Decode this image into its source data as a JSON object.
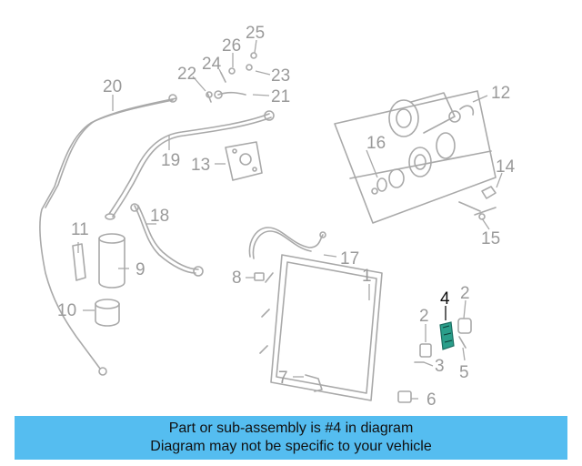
{
  "callouts": [
    {
      "id": "1",
      "label": "1"
    },
    {
      "id": "2a",
      "label": "2"
    },
    {
      "id": "2b",
      "label": "2"
    },
    {
      "id": "3",
      "label": "3"
    },
    {
      "id": "4",
      "label": "4"
    },
    {
      "id": "5",
      "label": "5"
    },
    {
      "id": "6",
      "label": "6"
    },
    {
      "id": "7",
      "label": "7"
    },
    {
      "id": "8",
      "label": "8"
    },
    {
      "id": "9",
      "label": "9"
    },
    {
      "id": "10",
      "label": "10"
    },
    {
      "id": "11",
      "label": "11"
    },
    {
      "id": "12",
      "label": "12"
    },
    {
      "id": "13",
      "label": "13"
    },
    {
      "id": "14",
      "label": "14"
    },
    {
      "id": "15",
      "label": "15"
    },
    {
      "id": "16",
      "label": "16"
    },
    {
      "id": "17",
      "label": "17"
    },
    {
      "id": "18",
      "label": "18"
    },
    {
      "id": "19",
      "label": "19"
    },
    {
      "id": "20",
      "label": "20"
    },
    {
      "id": "21",
      "label": "21"
    },
    {
      "id": "22",
      "label": "22"
    },
    {
      "id": "23",
      "label": "23"
    },
    {
      "id": "24",
      "label": "24"
    },
    {
      "id": "25",
      "label": "25"
    },
    {
      "id": "26",
      "label": "26"
    }
  ],
  "highlighted_part": "4",
  "banner": {
    "line1": "Part or sub-assembly is #4 in diagram",
    "line2": "Diagram may not be specific to your vehicle"
  },
  "colors": {
    "banner_bg": "#55bdf0",
    "linework": "#a9a9a9",
    "highlight_part": "#2a9e8a",
    "highlight_text": "#111111"
  }
}
